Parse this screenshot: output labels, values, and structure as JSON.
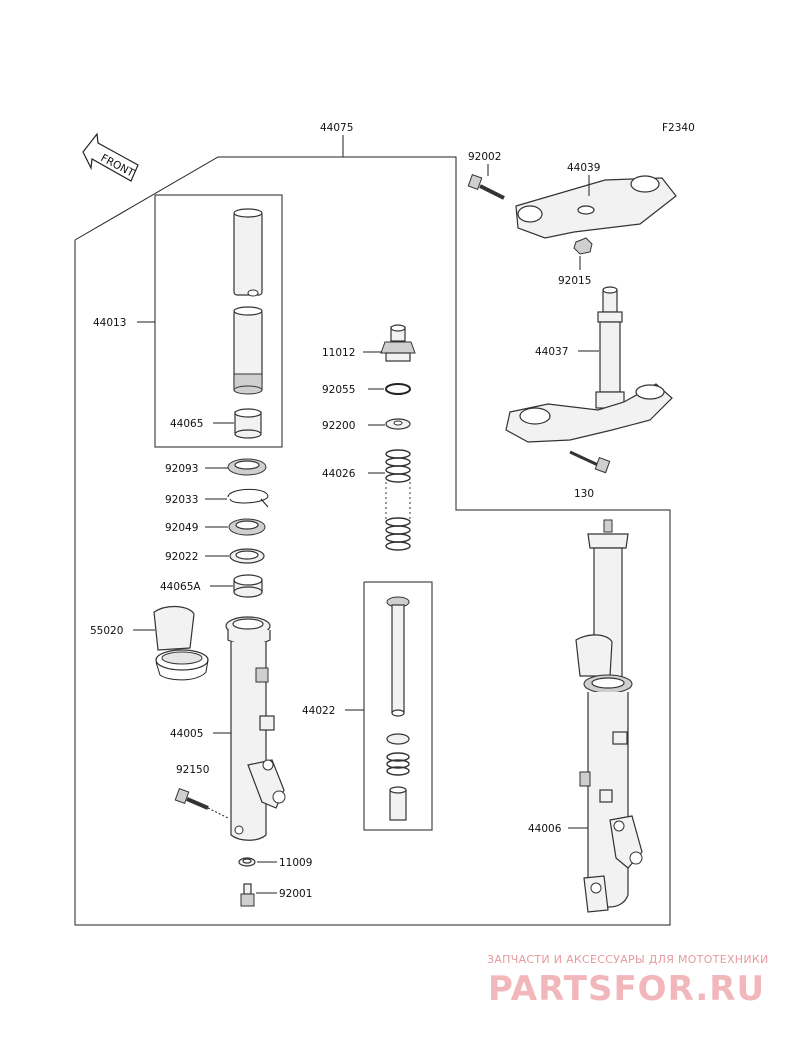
{
  "figure_code": "F2340",
  "front_label": "FRONT",
  "parts": {
    "p44075": "44075",
    "p92002": "92002",
    "p44039": "44039",
    "p92015": "92015",
    "p44037": "44037",
    "p130": "130",
    "p44013": "44013",
    "p44065": "44065",
    "p11012": "11012",
    "p92055": "92055",
    "p92200": "92200",
    "p44026": "44026",
    "p92093": "92093",
    "p92033": "92033",
    "p92049": "92049",
    "p92022": "92022",
    "p44065A": "44065A",
    "p55020": "55020",
    "p44022": "44022",
    "p44005": "44005",
    "p92150": "92150",
    "p44006": "44006",
    "p11009": "11009",
    "p92001": "92001"
  },
  "watermark": {
    "tagline": "ЗАПЧАСТИ И АКСЕССУАРЫ ДЛЯ МОТОТЕХНИКИ",
    "brand": "PARTSFOR.RU",
    "color": "#e59aa0"
  }
}
